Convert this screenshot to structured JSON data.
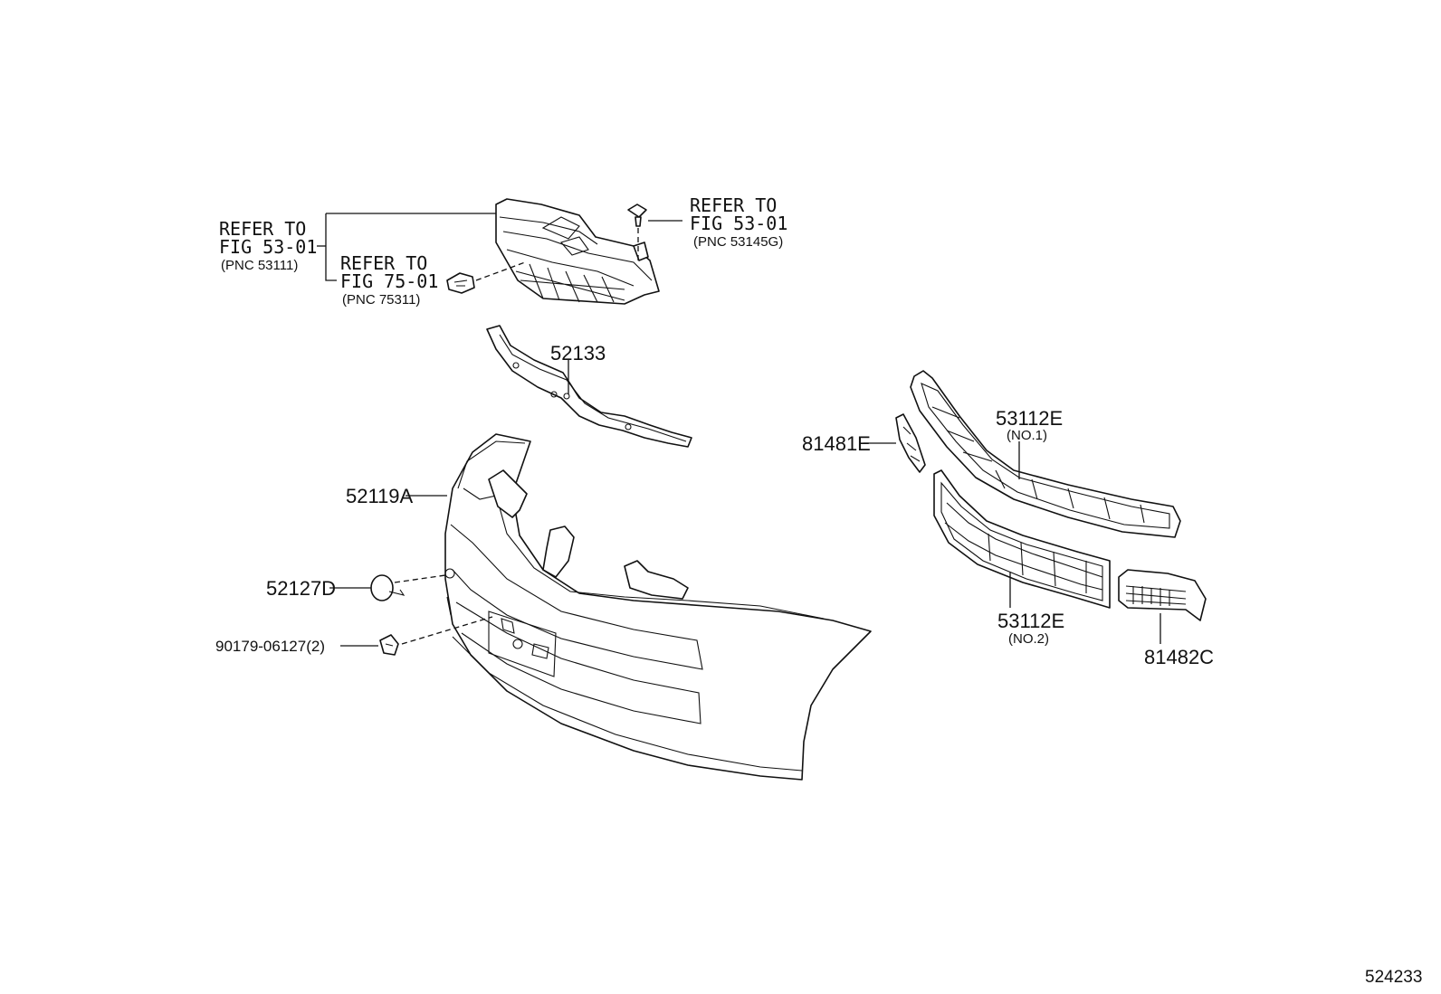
{
  "diagram": {
    "callouts": {
      "refer_53111": {
        "line1": "REFER TO",
        "line2": "FIG 53-01",
        "line3": "(PNC 53111)"
      },
      "refer_75311": {
        "line1": "REFER TO",
        "line2": "FIG 75-01",
        "line3": "(PNC 75311)"
      },
      "refer_53145g": {
        "line1": "REFER TO",
        "line2": "FIG 53-01",
        "line3": "(PNC 53145G)"
      }
    },
    "parts": {
      "p52133": "52133",
      "p52119a": "52119A",
      "p52127d": "52127D",
      "p90179": "90179-06127(2)",
      "p81481e": "81481E",
      "p53112e_1": "53112E",
      "p53112e_1_note": "(NO.1)",
      "p53112e_2": "53112E",
      "p53112e_2_note": "(NO.2)",
      "p81482c": "81482C"
    },
    "illustration_id": "524233"
  }
}
